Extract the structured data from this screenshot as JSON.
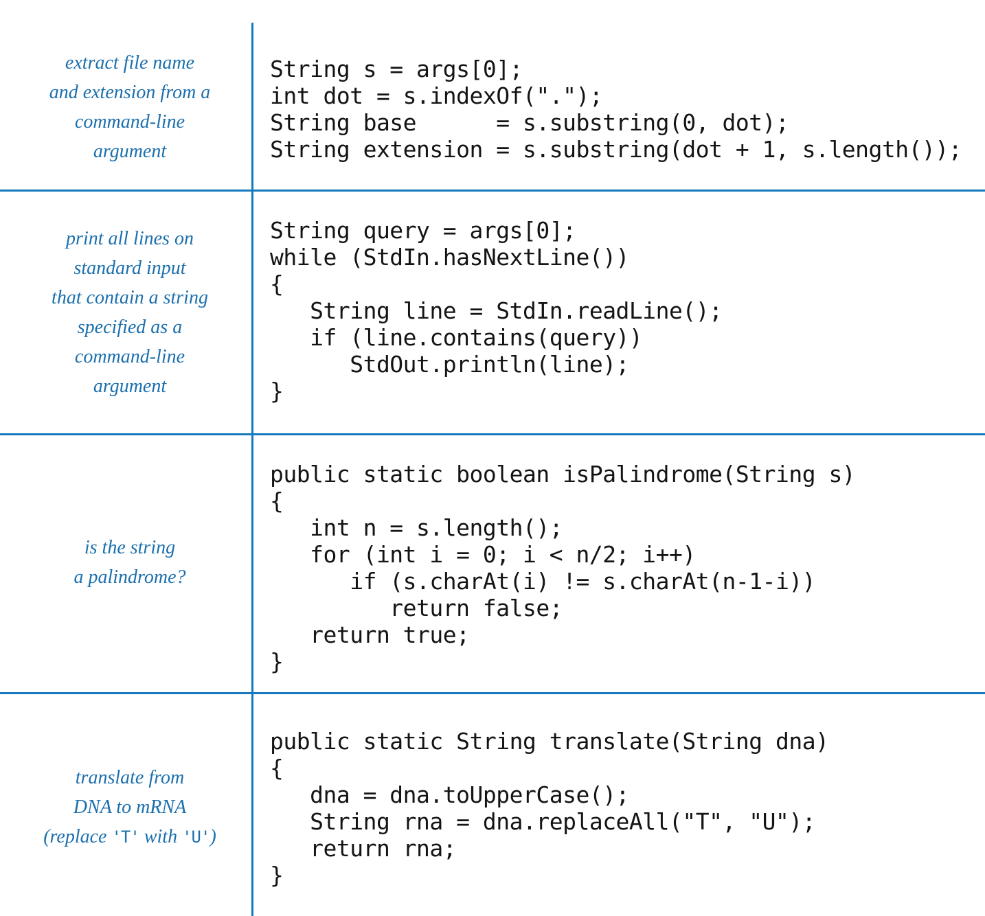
{
  "colors": {
    "accent_blue": "#1b6fad",
    "line_blue": "#147abc",
    "code_black": "#141414"
  },
  "rows": [
    {
      "caption_lines": [
        "extract file name",
        "and extension from a",
        "command-line",
        "argument"
      ],
      "code": "String s = args[0];\nint dot = s.indexOf(\".\");\nString base      = s.substring(0, dot);\nString extension = s.substring(dot + 1, s.length());"
    },
    {
      "caption_lines": [
        "print all lines on",
        "standard input",
        "that contain a string",
        "specified as a",
        "command-line",
        "argument"
      ],
      "code": "String query = args[0];\nwhile (StdIn.hasNextLine())\n{\n   String line = StdIn.readLine();\n   if (line.contains(query))\n      StdOut.println(line);\n}"
    },
    {
      "caption_lines": [
        "is the string",
        "a palindrome?"
      ],
      "code": "public static boolean isPalindrome(String s)\n{\n   int n = s.length();\n   for (int i = 0; i < n/2; i++)\n      if (s.charAt(i) != s.charAt(n-1-i))\n         return false;\n   return true;\n}"
    },
    {
      "caption_lines": [
        "translate from",
        "DNA to mRNA"
      ],
      "caption_mono_line": {
        "open": "(replace ",
        "t": "'T'",
        "mid": " with ",
        "u": "'U'",
        "close": ")"
      },
      "code": "public static String translate(String dna)\n{\n   dna = dna.toUpperCase();\n   String rna = dna.replaceAll(\"T\", \"U\");\n   return rna;\n}"
    }
  ]
}
